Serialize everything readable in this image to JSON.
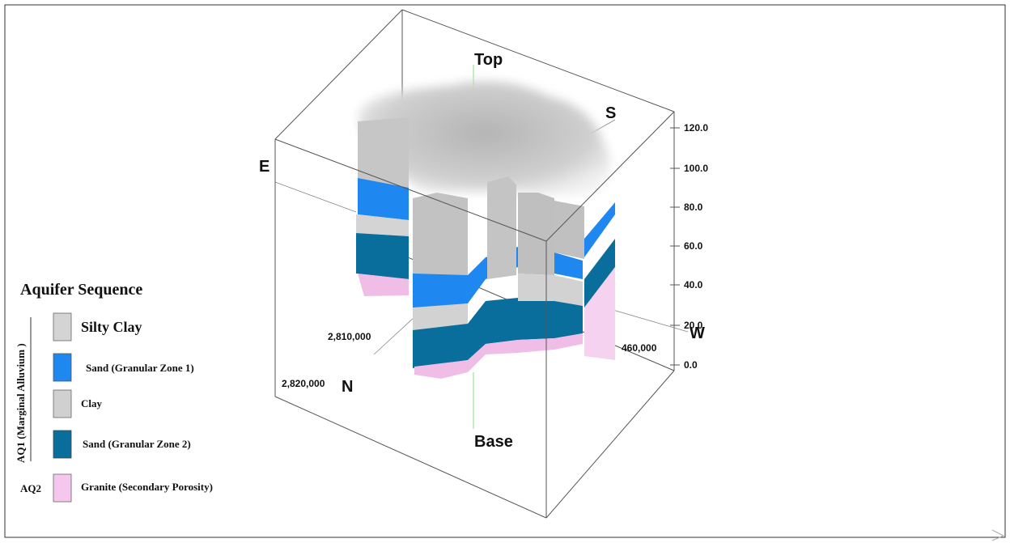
{
  "diagram": {
    "directions": {
      "top": "Top",
      "base": "Base",
      "north": "N",
      "south": "S",
      "east": "E",
      "west": "W"
    },
    "elevation_ticks": [
      "120.0",
      "100.0",
      "80.0",
      "60.0",
      "40.0",
      "20.0",
      "0.0"
    ],
    "coordinates": {
      "northing_1": "2,810,000",
      "northing_2": "2,820,000",
      "easting": "460,000"
    }
  },
  "legend": {
    "title": "Aquifer Sequence",
    "group_aq1": "AQ1 (Marginal Alluvium )",
    "group_aq2": "AQ2",
    "items": [
      {
        "label": "Silty Clay",
        "color": "#d4d4d4"
      },
      {
        "label": "Sand (Granular Zone 1)",
        "color": "#1e88f0"
      },
      {
        "label": "Clay",
        "color": "#d0d0d0"
      },
      {
        "label": "Sand (Granular Zone 2)",
        "color": "#0a6e9c"
      },
      {
        "label": "Granite (Secondary Porosity)",
        "color": "#f5c6ee"
      }
    ]
  },
  "colors": {
    "silty_clay": "#c8c8c8",
    "sand_zone_1": "#1e88f0",
    "clay": "#d0d0d0",
    "sand_zone_2": "#0a6e9c",
    "granite": "#efbde6",
    "box_lines": "#555555"
  }
}
